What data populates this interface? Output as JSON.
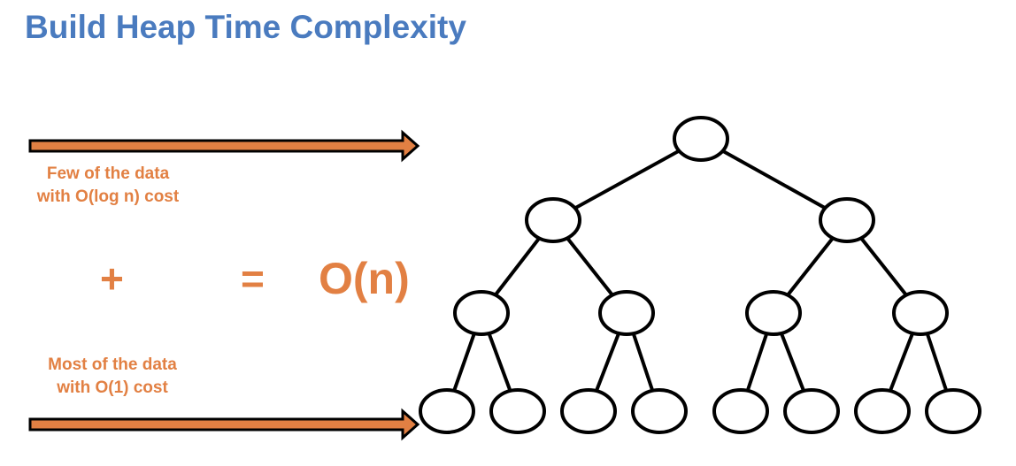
{
  "title": "Build Heap Time Complexity",
  "top_label": {
    "line1": "Few of the data",
    "line2": "with O(log n) cost"
  },
  "bottom_label": {
    "line1": "Most of the data",
    "line2": "with O(1) cost"
  },
  "plus_symbol": "+",
  "equals_symbol": "=",
  "result": "O(n)",
  "colors": {
    "title": "#4a7bbf",
    "accent": "#e28043",
    "node_stroke": "#000000"
  },
  "tree": {
    "levels": 4,
    "node_count": 15
  }
}
